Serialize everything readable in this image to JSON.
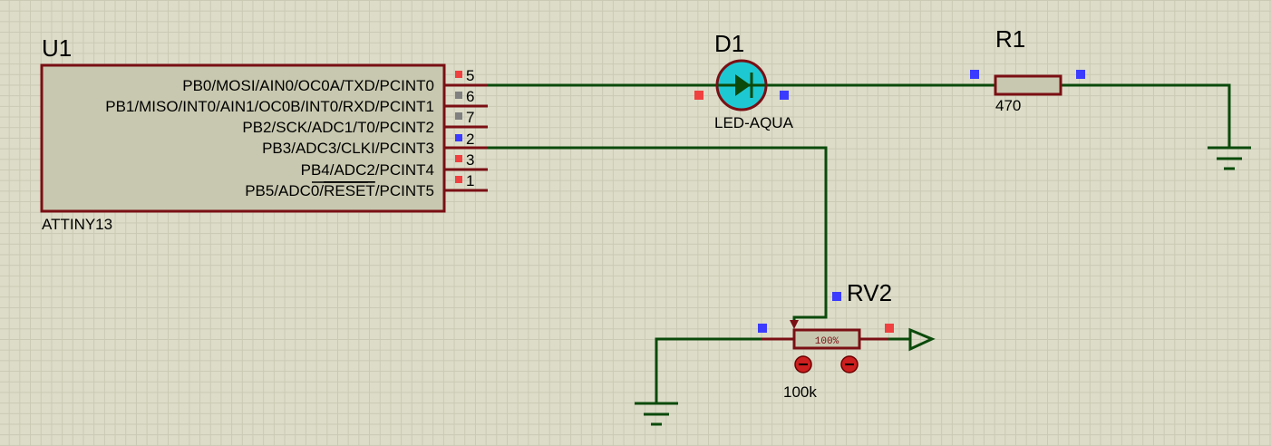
{
  "u1": {
    "ref": "U1",
    "part": "ATTINY13",
    "pins": [
      {
        "name": "PB0/MOSI/AIN0/OC0A/TXD/PCINT0",
        "num": "5",
        "marker": "#f04040"
      },
      {
        "name": "PB1/MISO/INT0/AIN1/OC0B/INT0/RXD/PCINT1",
        "num": "6",
        "marker": "#808080"
      },
      {
        "name": "PB2/SCK/ADC1/T0/PCINT2",
        "num": "7",
        "marker": "#808080"
      },
      {
        "name": "PB3/ADC3/CLKI/PCINT3",
        "num": "2",
        "marker": "#3b3bff"
      },
      {
        "name": "PB4/ADC2/PCINT4",
        "num": "3",
        "marker": "#f04040"
      },
      {
        "name_prefix": "PB5/ADC0/",
        "name_overlined": "RESET",
        "name_suffix": "/PCINT5",
        "num": "1",
        "marker": "#f04040"
      }
    ]
  },
  "d1": {
    "ref": "D1",
    "part": "LED-AQUA"
  },
  "r1": {
    "ref": "R1",
    "value": "470"
  },
  "rv2": {
    "ref": "RV2",
    "value": "100k",
    "position": "100%"
  },
  "colors": {
    "wire": "#0b4a0b",
    "component_body": "#c8c8b0",
    "component_outline": "#7a0f14",
    "led_fill": "#1ec8d2",
    "marker_red": "#f04040",
    "marker_blue": "#3b3bff",
    "marker_gray": "#808080"
  },
  "icons": [
    "ground-symbol-icon",
    "output-terminal-icon",
    "led-diode-icon",
    "resistor-icon",
    "potentiometer-icon"
  ]
}
